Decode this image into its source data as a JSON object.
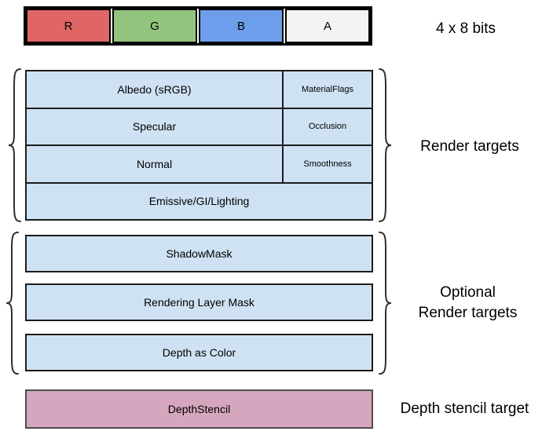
{
  "format": {
    "bits_label": "4 x 8 bits",
    "channels": [
      {
        "label": "R",
        "color": "#e06666"
      },
      {
        "label": "G",
        "color": "#93c47d"
      },
      {
        "label": "B",
        "color": "#6d9eeb"
      },
      {
        "label": "A",
        "color": "#f3f3f3"
      }
    ]
  },
  "render_targets": {
    "group_label": "Render targets",
    "fill": "#cfe2f3",
    "rows": [
      {
        "main": "Albedo (sRGB)",
        "aux": "MaterialFlags"
      },
      {
        "main": "Specular",
        "aux": "Occlusion"
      },
      {
        "main": "Normal",
        "aux": "Smoothness"
      },
      {
        "main": "Emissive/GI/Lighting"
      }
    ]
  },
  "optional_render_targets": {
    "group_label_line1": "Optional",
    "group_label_line2": "Render targets",
    "fill": "#cfe2f3",
    "rows": [
      "ShadowMask",
      "Rendering Layer Mask",
      "Depth as Color"
    ]
  },
  "depth_stencil": {
    "group_label": "Depth stencil target",
    "row": "DepthStencil",
    "fill": "#d5a6bd"
  }
}
